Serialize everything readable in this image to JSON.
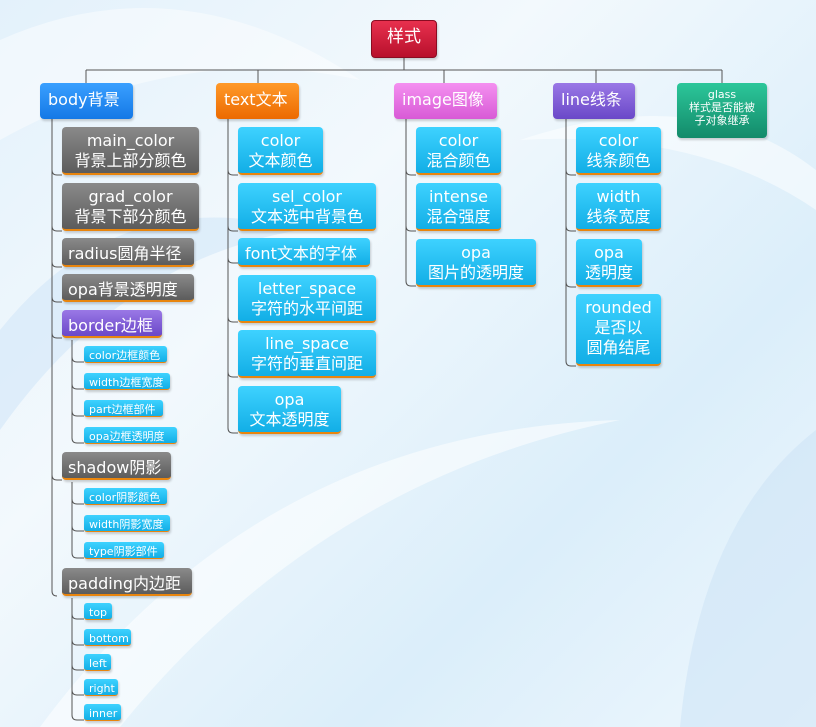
{
  "root": "样式",
  "body": {
    "header": "body背景",
    "main_color": [
      "main_color",
      "背景上部分颜色"
    ],
    "grad_color": [
      "grad_color",
      "背景下部分颜色"
    ],
    "radius": "radius圆角半径",
    "opa": "opa背景透明度",
    "border": "border边框",
    "border_items": [
      "color边框颜色",
      "width边框宽度",
      "part边框部件",
      "opa边框透明度"
    ],
    "shadow": "shadow阴影",
    "shadow_items": [
      "color阴影颜色",
      "width阴影宽度",
      "type阴影部件"
    ],
    "padding": "padding内边距",
    "padding_items": [
      "top",
      "bottom",
      "left",
      "right",
      "inner"
    ]
  },
  "text": {
    "header": "text文本",
    "items": [
      [
        "color",
        "文本颜色"
      ],
      [
        "sel_color",
        "文本选中背景色"
      ],
      [
        "font文本的字体"
      ],
      [
        "letter_space",
        "字符的水平间距"
      ],
      [
        "line_space",
        "字符的垂直间距"
      ],
      [
        "opa",
        "文本透明度"
      ]
    ]
  },
  "image": {
    "header": "image图像",
    "items": [
      [
        "color",
        "混合颜色"
      ],
      [
        "intense",
        "混合强度"
      ],
      [
        "opa",
        "图片的透明度"
      ]
    ]
  },
  "line": {
    "header": "line线条",
    "items": [
      [
        "color",
        "线条颜色"
      ],
      [
        "width",
        "线条宽度"
      ],
      [
        "opa",
        "透明度"
      ],
      [
        "rounded",
        "是否以",
        "圆角结尾"
      ]
    ]
  },
  "glass": [
    "glass",
    "样式是否能被",
    "子对象继承"
  ],
  "colors": {
    "root": "#c8163a",
    "body_header": "#1e88f0",
    "text_header": "#f07a0a",
    "image_header": "#e070e0",
    "line_header": "#7a58d8",
    "glass": "#1aa680",
    "gray_node": "#6e6e6e",
    "cyan_node": "#20bff0",
    "underline": "#e8850e"
  }
}
